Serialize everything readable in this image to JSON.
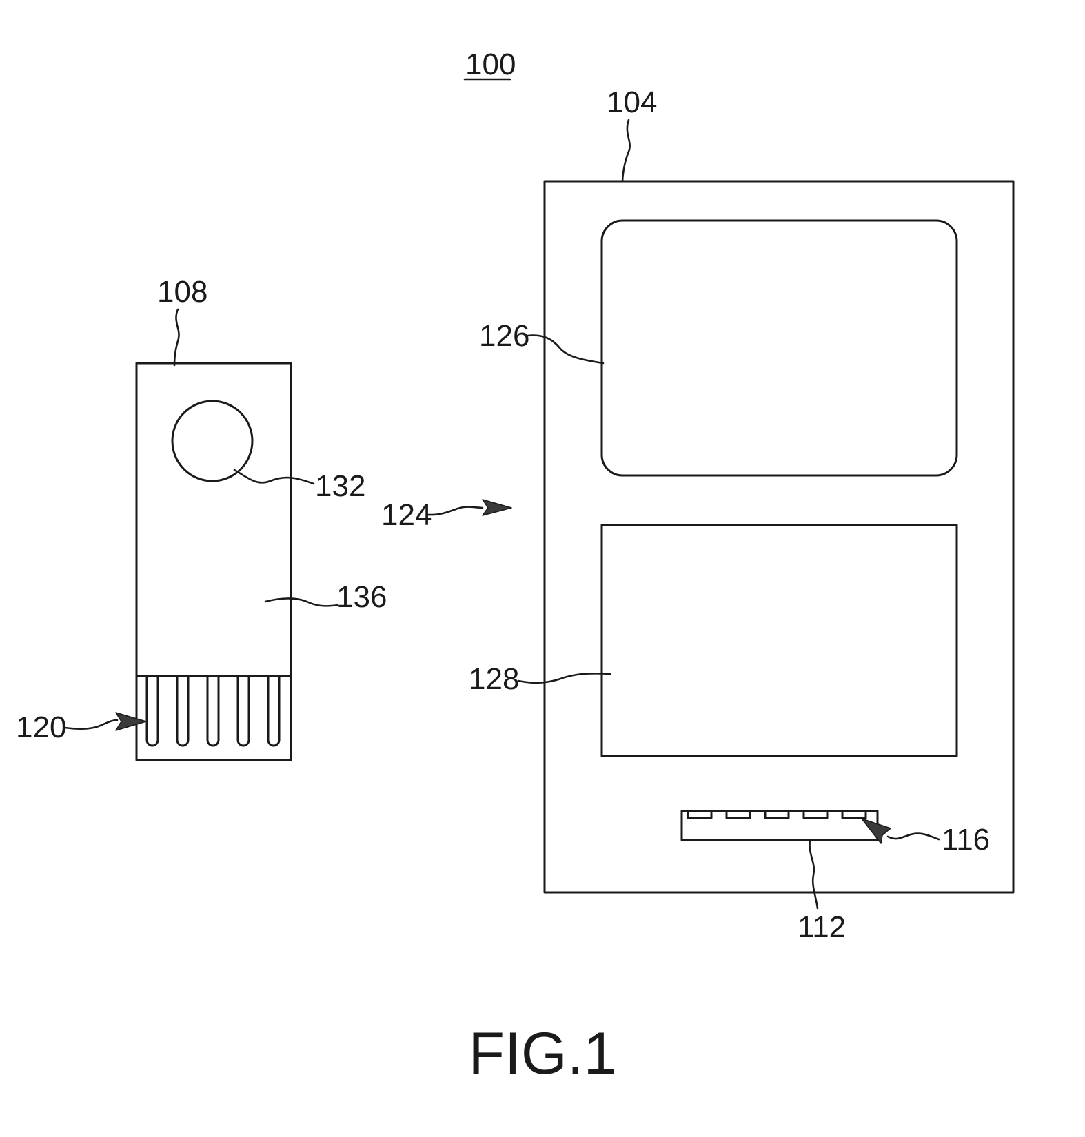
{
  "figure": {
    "caption": "FIG.1",
    "reference_numerals": {
      "system": "100",
      "device": "104",
      "test_strip": "108",
      "port": "112",
      "port_contacts": "116",
      "strip_contacts": "120",
      "insertion_direction": "124",
      "upper_panel": "126",
      "lower_panel": "128",
      "sample_well": "132",
      "strip_body": "136"
    }
  }
}
